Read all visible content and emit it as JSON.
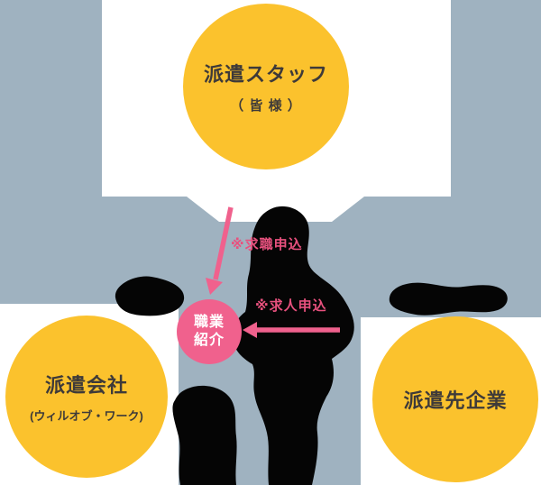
{
  "colors": {
    "background": "#9FB2C0",
    "panel": "#FFFFFF",
    "node_yellow": "#FBC22D",
    "accent_pink": "#F0618D",
    "label_pink": "#E8517E",
    "text_dark": "#3E3A39",
    "blob_black": "#050505"
  },
  "nodes": {
    "staff": {
      "title": "派遣スタッフ",
      "subtitle": "（ 皆 様 ）"
    },
    "agency": {
      "title": "派遣会社",
      "subtitle": "(ウィルオブ・ワーク)"
    },
    "client": {
      "title": "派遣先企業"
    },
    "placement": {
      "line1": "職業",
      "line2": "紹介"
    }
  },
  "labels": {
    "job_seeking": "※求職申込",
    "job_offer": "※求人申込"
  }
}
